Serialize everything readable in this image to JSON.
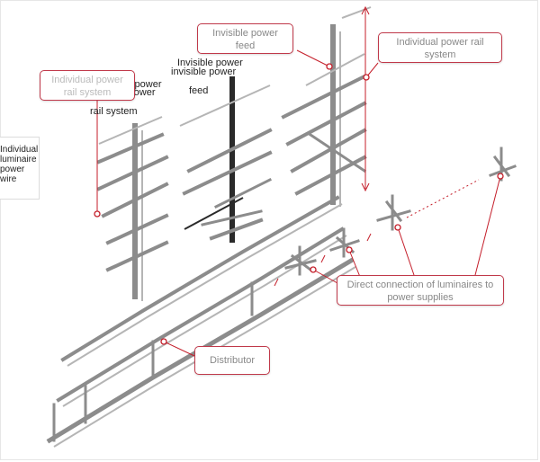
{
  "diagram": {
    "labels": {
      "individual_power_1": "Individual power",
      "individual_power_2": "Individual power",
      "rail_system": "rail system",
      "invisible_power_1": "Invisible power",
      "invisible_power_2": "invisible power",
      "feed": "feed"
    },
    "callouts": {
      "invisible_power_feed": "Invisible power feed",
      "individual_power_rail": "Individual power rail system",
      "left_top": "Individual power rail system",
      "luminaire_connection": "Direct connection of luminaires to power supplies",
      "distributor": "Distributor"
    },
    "side_box": {
      "line1": "Individual",
      "line2": "luminaire",
      "line3": "power",
      "line4": "wire"
    },
    "colors": {
      "accent": "#c41e2a",
      "rail": "#8c8c8c",
      "text": "#222222"
    }
  }
}
